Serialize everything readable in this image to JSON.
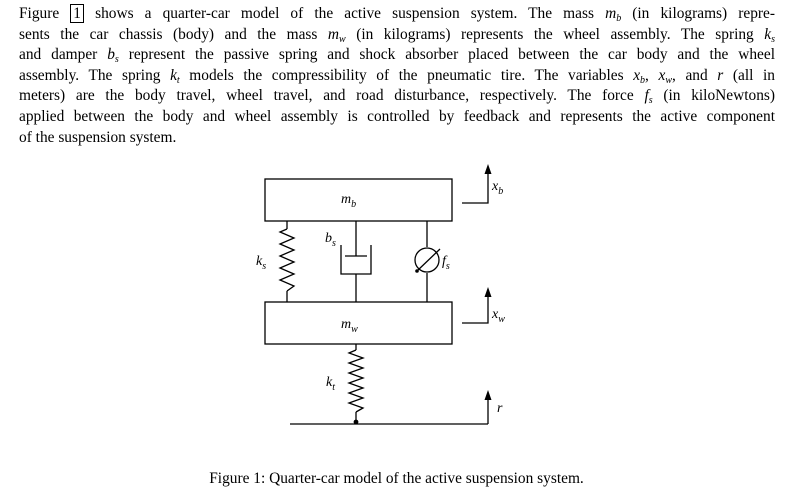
{
  "paragraph": {
    "l1": {
      "a": "Figure ",
      "ref": "1",
      "b": " shows a quarter-car model of the active suspension system. The mass ",
      "m": "m",
      "msub": "b",
      "c": " (in kilograms) repre-"
    },
    "l2": {
      "a": "sents the car chassis (body) and the mass ",
      "m": "m",
      "msub": "w",
      "b": " (in kilograms) represents the wheel assembly. The spring ",
      "k": "k",
      "ksub": "s"
    },
    "l3": {
      "a": "and damper ",
      "b": "b",
      "bsub": "s",
      "c": " represent the passive spring and shock absorber placed between the car body and the wheel"
    },
    "l4": {
      "a": "assembly. The spring ",
      "k": "k",
      "ksub": "t",
      "b": " models the compressibility of the pneumatic tire. The variables ",
      "x1": "x",
      "x1sub": "b",
      "c": ", ",
      "x2": "x",
      "x2sub": "w",
      "d": ", and ",
      "r": "r",
      "e": " (all in"
    },
    "l5": {
      "a": "meters) are the body travel, wheel travel, and road disturbance, respectively. The force ",
      "f": "f",
      "fsub": "s",
      "b": " (in kiloNewtons)"
    },
    "l6": {
      "a": "applied between the body and wheel assembly is controlled by feedback and represents the active component"
    },
    "l7": {
      "a": "of the suspension system."
    }
  },
  "diagram": {
    "body_mass": {
      "sym": "m",
      "sub": "b"
    },
    "wheel_mass": {
      "sym": "m",
      "sub": "w"
    },
    "spring_s": {
      "sym": "k",
      "sub": "s"
    },
    "damper": {
      "sym": "b",
      "sub": "s"
    },
    "force": {
      "sym": "f",
      "sub": "s"
    },
    "tire_spring": {
      "sym": "k",
      "sub": "t"
    },
    "xb": {
      "sym": "x",
      "sub": "b"
    },
    "xw": {
      "sym": "x",
      "sub": "w"
    },
    "road": {
      "sym": "r"
    }
  },
  "caption": "Figure 1: Quarter-car model of the active suspension system."
}
